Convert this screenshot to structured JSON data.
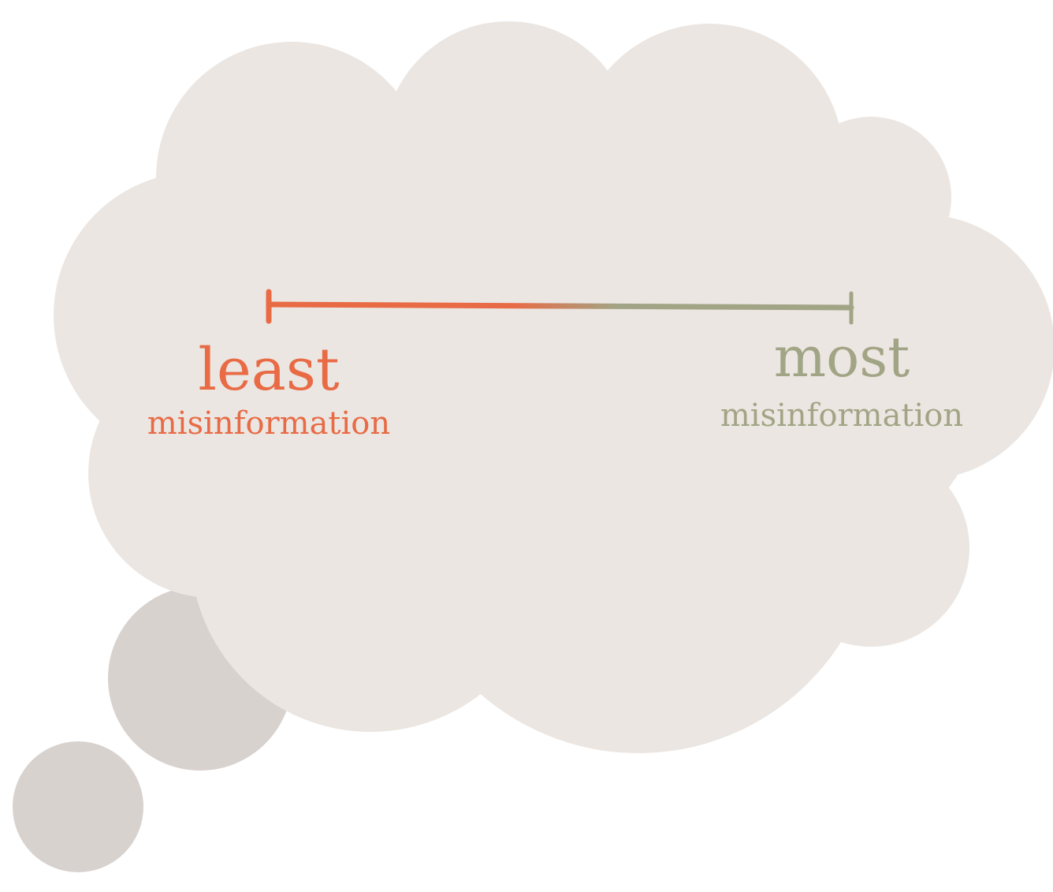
{
  "colors": {
    "cloud": "#ebe6e2",
    "bubbles": "#d8d2cf",
    "least": "#e86b45",
    "most": "#a2a585",
    "background": "#ffffff"
  },
  "scale": {
    "least": {
      "word": "least",
      "subtitle": "misinformation"
    },
    "most": {
      "word": "most",
      "subtitle": "misinformation"
    }
  }
}
